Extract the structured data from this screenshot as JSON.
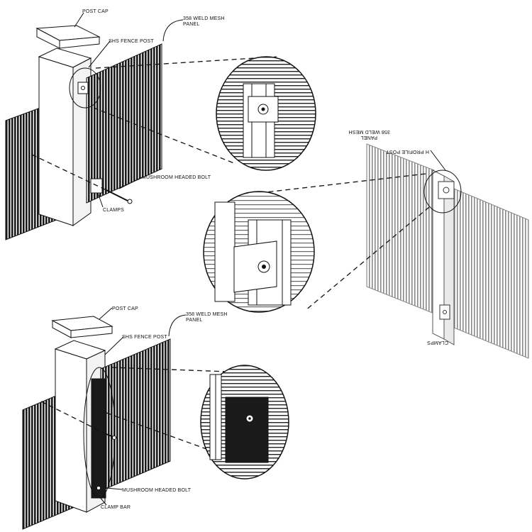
{
  "diagram_a": {
    "post_cap": "POST CAP",
    "post": "SHS FENCE POST",
    "panel_line1": "358 WELD MESH",
    "panel_line2": "PANEL",
    "bolt": "MUSHROOM HEADED BOLT",
    "clamps": "CLAMPS"
  },
  "diagram_b": {
    "panel_line1": "358 WELD MESH",
    "panel_line2": "PANEL",
    "post": "H PROFILE POST",
    "clamps": "CLAMPS"
  },
  "diagram_c": {
    "post_cap": "POST CAP",
    "panel_line1": "358 WELD MESH",
    "panel_line2": "PANEL",
    "post": "SHS FENCE POST",
    "bolt": "MUSHROOM HEADED BOLT",
    "clamp_bar": "CLAMP BAR"
  }
}
